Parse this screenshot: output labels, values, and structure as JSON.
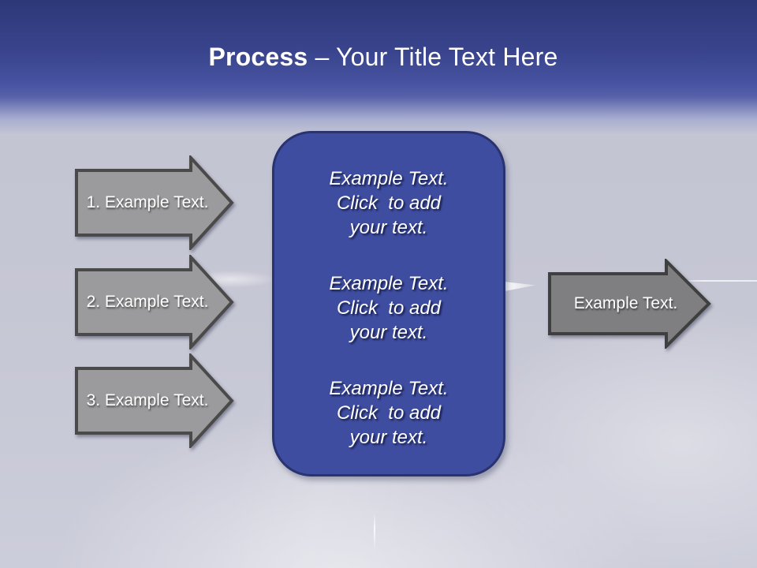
{
  "slide": {
    "title": {
      "bold": "Process",
      "rest": "– Your Title Text Here"
    }
  },
  "left_arrows": [
    {
      "label": "1. Example Text."
    },
    {
      "label": "2. Example Text."
    },
    {
      "label": "3. Example Text."
    }
  ],
  "right_arrow": {
    "label": "Example Text."
  },
  "center_box": {
    "items": [
      "Example Text.\nClick  to add\nyour text.",
      "Example Text.\nClick  to add\nyour text.",
      "Example Text.\nClick  to add\nyour text."
    ]
  },
  "colors": {
    "header_blue": "#2D3878",
    "panel_blue": "#3F4DA0",
    "panel_border": "#29336F",
    "arrow_gray": "#9B9B9D",
    "arrow_dark_gray": "#7F7F81",
    "arrow_border": "#4A4A4A",
    "background": "#C6C7D4",
    "text": "#FFFFFF"
  }
}
